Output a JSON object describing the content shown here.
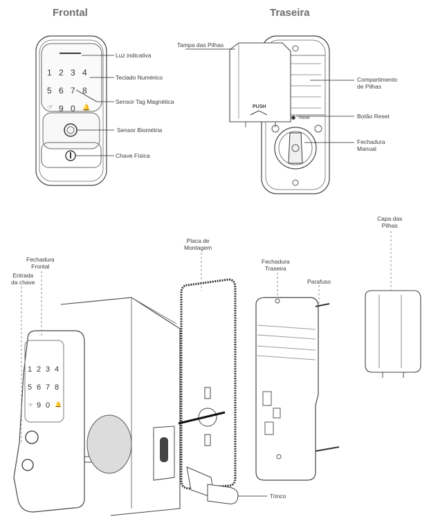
{
  "titles": {
    "front": "Frontal",
    "back": "Traseira"
  },
  "front_labels": {
    "indicator": "Luz indicativa",
    "keypad": "Teclado Numérico",
    "tag": "Sensor Tag Magnética",
    "bio": "Sensor Biométria",
    "key": "Chave Física"
  },
  "back_labels": {
    "battery_cover": "Tampa das Pilhas",
    "compartment_1": "Compartimento",
    "compartment_2": "de Pilhas",
    "reset": "Botão Reset",
    "manual_1": "Fechadura",
    "manual_2": "Manual"
  },
  "exploded_labels": {
    "front_lock_1": "Fechadura",
    "front_lock_2": "Frontal",
    "keyhole_1": "Entrada",
    "keyhole_2": "da chave",
    "plate_1": "Placa de",
    "plate_2": "Montagem",
    "rear_lock_1": "Fechadura",
    "rear_lock_2": "Traseira",
    "screw": "Parafuso",
    "cap_1": "Capa das",
    "cap_2": "Pilhas",
    "latch": "Trinco"
  },
  "device_text": {
    "push": "PUSH",
    "reset": "Reset"
  },
  "keypad": [
    "1",
    "2",
    "3",
    "4",
    "5",
    "6",
    "7",
    "8",
    "☞",
    "9",
    "0",
    "🔔"
  ]
}
